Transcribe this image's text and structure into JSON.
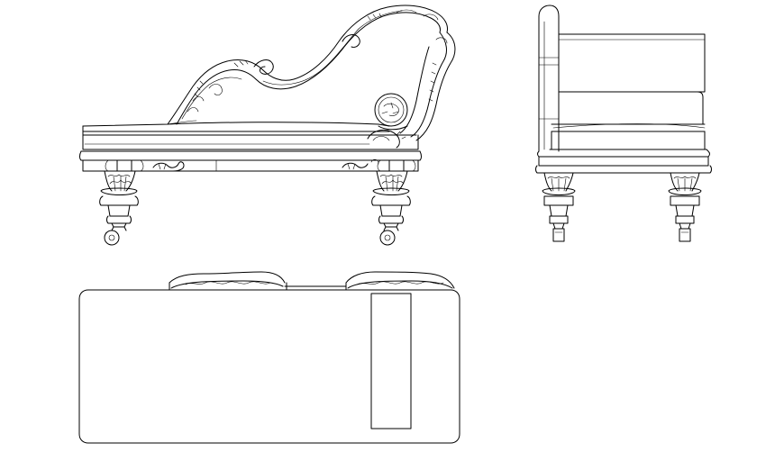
{
  "drawing": {
    "subject": "chaise-longue",
    "views": [
      {
        "id": "front-elevation"
      },
      {
        "id": "side-elevation"
      },
      {
        "id": "plan-view"
      }
    ]
  },
  "colors": {
    "ink": "#000000",
    "paper": "#ffffff"
  }
}
